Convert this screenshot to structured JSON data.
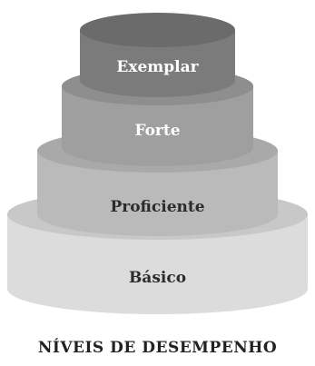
{
  "diagram": {
    "tiers": [
      {
        "label": "Exemplar",
        "side": "#7b7b7b",
        "top": "#6b6b6b",
        "text": "#ffffff"
      },
      {
        "label": "Forte",
        "side": "#9f9f9f",
        "top": "#8e8e8e",
        "text": "#ffffff"
      },
      {
        "label": "Proficiente",
        "side": "#bababa",
        "top": "#a9a9a9",
        "text": "#2b2b2b"
      },
      {
        "label": "Básico",
        "side": "#dcdcdc",
        "top": "#c8c8c8",
        "text": "#2b2b2b"
      }
    ],
    "caption": "NÍVEIS DE DESEMPENHO",
    "caption_color": "#222222"
  }
}
